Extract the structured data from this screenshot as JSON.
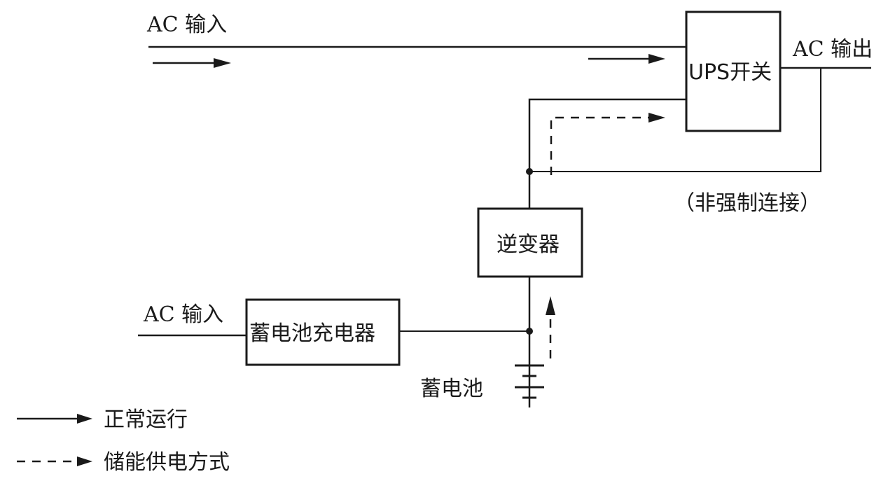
{
  "labels": {
    "ac_input_top": "AC 输入",
    "ac_input_bottom": "AC 输入",
    "ac_output": "AC 输出",
    "ups_switch": "UPS开关",
    "inverter": "逆变器",
    "battery_charger": "蓄电池充电器",
    "battery": "蓄电池",
    "optional_connection": "（非强制连接）"
  },
  "legend": [
    {
      "style": "solid",
      "label": "正常运行"
    },
    {
      "style": "dashed",
      "label": "储能供电方式"
    }
  ]
}
